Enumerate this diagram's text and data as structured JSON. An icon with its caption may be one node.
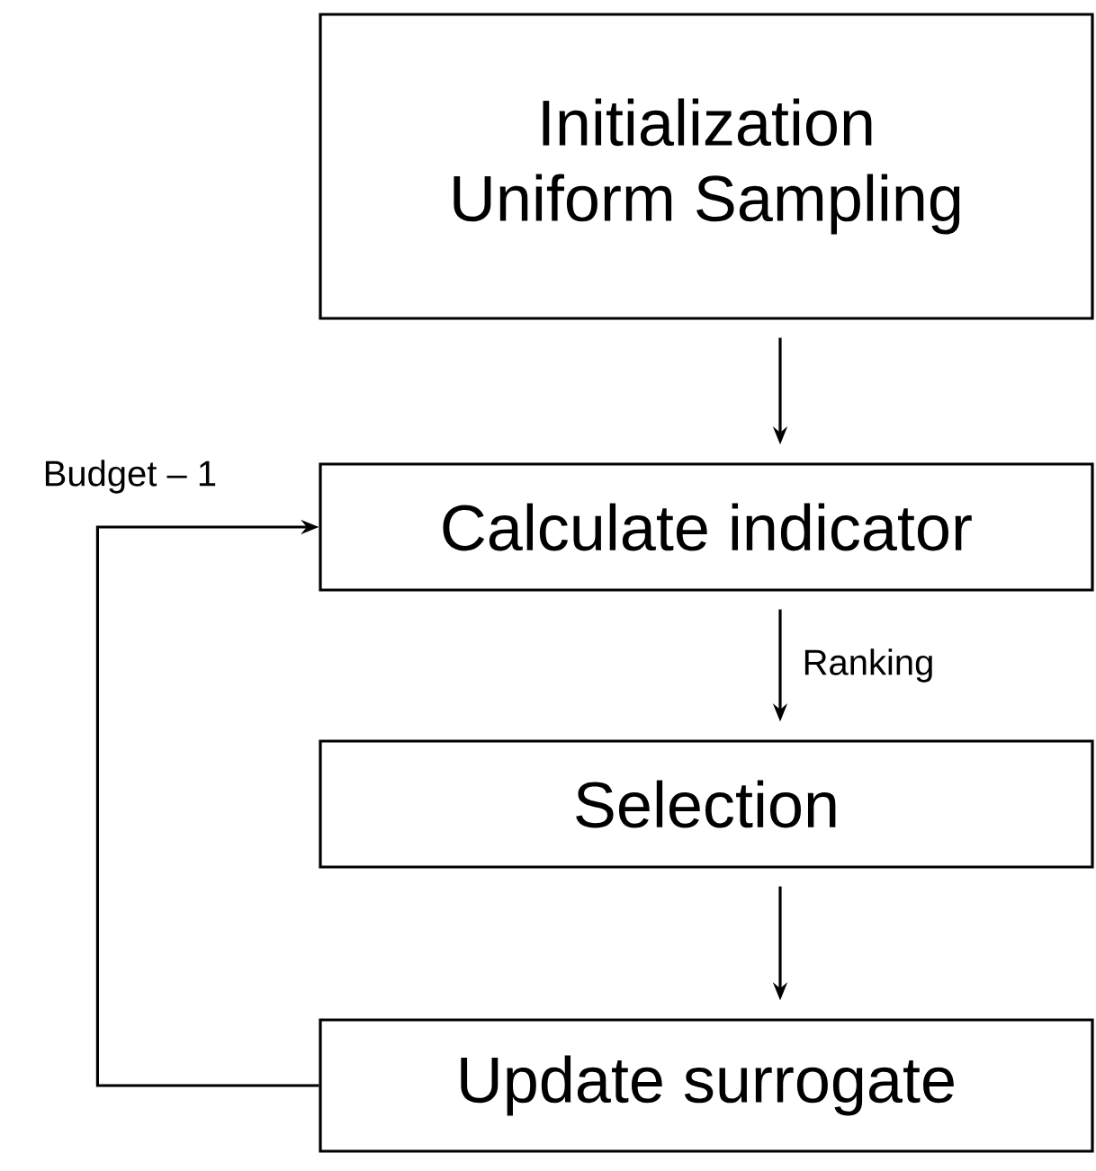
{
  "diagram": {
    "nodes": [
      {
        "text": [
          "Initialization",
          "Uniform Sampling"
        ]
      },
      {
        "text": [
          "Calculate indicator"
        ]
      },
      {
        "text": [
          "Selection"
        ]
      },
      {
        "text": [
          "Update surrogate"
        ]
      }
    ],
    "edges": [
      {
        "from": 0,
        "to": 1,
        "arrow": "to"
      },
      {
        "from": 1,
        "to": 2,
        "arrow": "to",
        "label": "Ranking"
      },
      {
        "from": 2,
        "to": 3,
        "arrow": "to"
      },
      {
        "from": 3,
        "to": 1,
        "arrow": "to",
        "label": "Budget – 1"
      }
    ]
  }
}
